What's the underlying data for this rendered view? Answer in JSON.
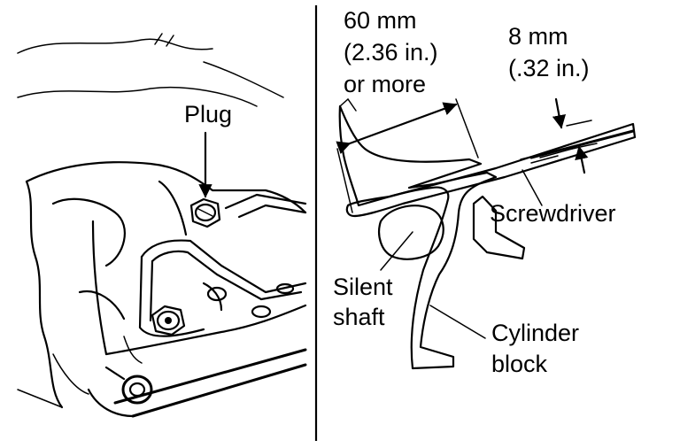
{
  "left_panel": {
    "plug_label": "Plug"
  },
  "right_panel": {
    "length_dim": [
      "60 mm",
      "(2.36 in.)",
      "or more"
    ],
    "thickness_dim": [
      "8 mm",
      "(.32 in.)"
    ],
    "screwdriver_label": "Screwdriver",
    "silent_shaft_label": [
      "Silent",
      "shaft"
    ],
    "cylinder_block_label": [
      "Cylinder",
      "block"
    ]
  }
}
